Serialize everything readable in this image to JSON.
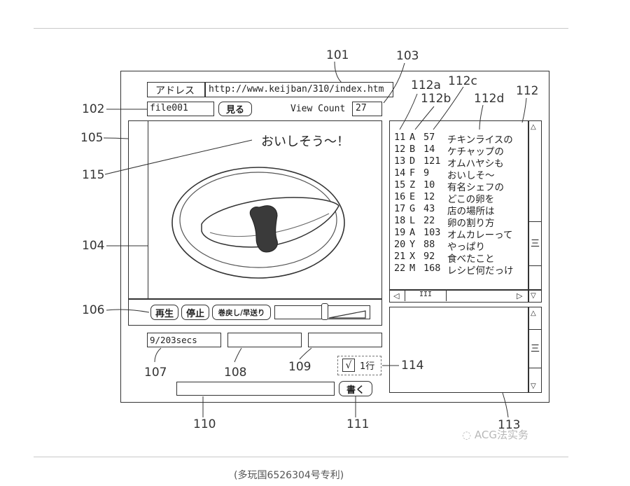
{
  "browser": {
    "address_label": "アドレス",
    "address_value": "http://www.keijban/310/index.htm",
    "file_value": "file001",
    "view_button": "見る",
    "view_count_label": "View Count",
    "view_count_value": "27"
  },
  "video": {
    "speech_text": "おいしそう～！"
  },
  "controls": {
    "play_button": "再生",
    "stop_button": "停止",
    "rewind_ff_button": "巻戻し/早送り",
    "time_value": "9/203secs",
    "one_line_label": "1行",
    "checkbox_mark": "√",
    "write_button": "書く"
  },
  "comments": {
    "rows": [
      {
        "line": "11",
        "user": "A",
        "time": "57",
        "text": "チキンライスの"
      },
      {
        "line": "12",
        "user": "B",
        "time": "14",
        "text": "ケチャップの"
      },
      {
        "line": "13",
        "user": "D",
        "time": "121",
        "text": "オムハヤシも"
      },
      {
        "line": "14",
        "user": "F",
        "time": "9",
        "text": "おいしそ～"
      },
      {
        "line": "15",
        "user": "Z",
        "time": "10",
        "text": "有名シェフの"
      },
      {
        "line": "16",
        "user": "E",
        "time": "12",
        "text": "どこの卵を"
      },
      {
        "line": "17",
        "user": "G",
        "time": "43",
        "text": "店の場所は"
      },
      {
        "line": "18",
        "user": "L",
        "time": "22",
        "text": "卵の割り方"
      },
      {
        "line": "19",
        "user": "A",
        "time": "103",
        "text": "オムカレーって"
      },
      {
        "line": "20",
        "user": "Y",
        "time": "88",
        "text": "やっぱり"
      },
      {
        "line": "21",
        "user": "X",
        "time": "92",
        "text": "食べたこと"
      },
      {
        "line": "22",
        "user": "M",
        "time": "168",
        "text": "レシピ何だっけ"
      }
    ],
    "hscroll_thumb": "III",
    "vscroll_thumb": "三"
  },
  "reference_numerals": {
    "r101": "101",
    "r102": "102",
    "r103": "103",
    "r104": "104",
    "r105": "105",
    "r106": "106",
    "r107": "107",
    "r108": "108",
    "r109": "109",
    "r110": "110",
    "r111": "111",
    "r112": "112",
    "r112a": "112a",
    "r112b": "112b",
    "r112c": "112c",
    "r112d": "112d",
    "r113": "113",
    "r114": "114",
    "r115": "115"
  },
  "caption": "(多玩国6526304号专利)",
  "watermark": "ACG法实务"
}
